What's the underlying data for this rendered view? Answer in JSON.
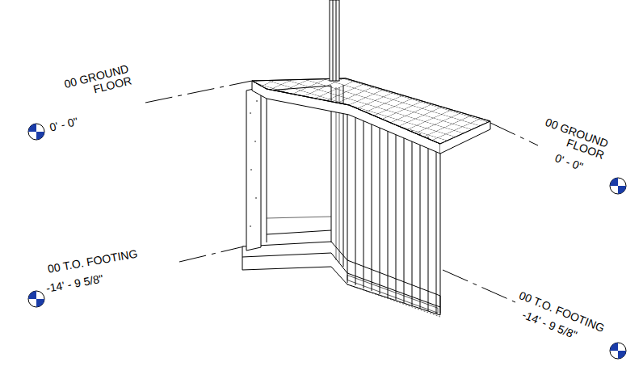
{
  "diagram": {
    "labels": [
      "00 GROUND FLOOR",
      "0' - 0\"",
      "00 GROUND FLOOR",
      "0' - 0\"",
      "00 T.O. FOOTING",
      "-14' - 9 5/8\"",
      "00 T.O. FOOTING",
      "-14' - 9 5/8\""
    ]
  }
}
